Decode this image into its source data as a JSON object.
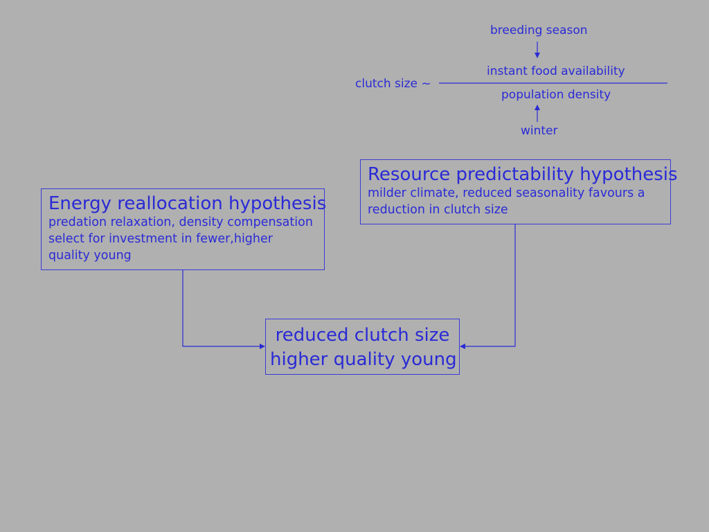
{
  "formula": {
    "lhs": "clutch size ~",
    "numerator": "instant food availability",
    "denominator": "population density",
    "top_driver": "breeding season",
    "bottom_driver": "winter"
  },
  "energy_box": {
    "title": "Energy reallocation hypothesis",
    "body": "predation relaxation, density compensation select for investment in fewer,higher quality young"
  },
  "resource_box": {
    "title": "Resource predictability hypothesis",
    "body": "milder climate, reduced seasonality favours a reduction in clutch size"
  },
  "outcome_box": {
    "line1": "reduced clutch size",
    "line2": "higher quality young"
  },
  "colors": {
    "background": "#b0b0b0",
    "foreground": "#2a2ad6"
  }
}
